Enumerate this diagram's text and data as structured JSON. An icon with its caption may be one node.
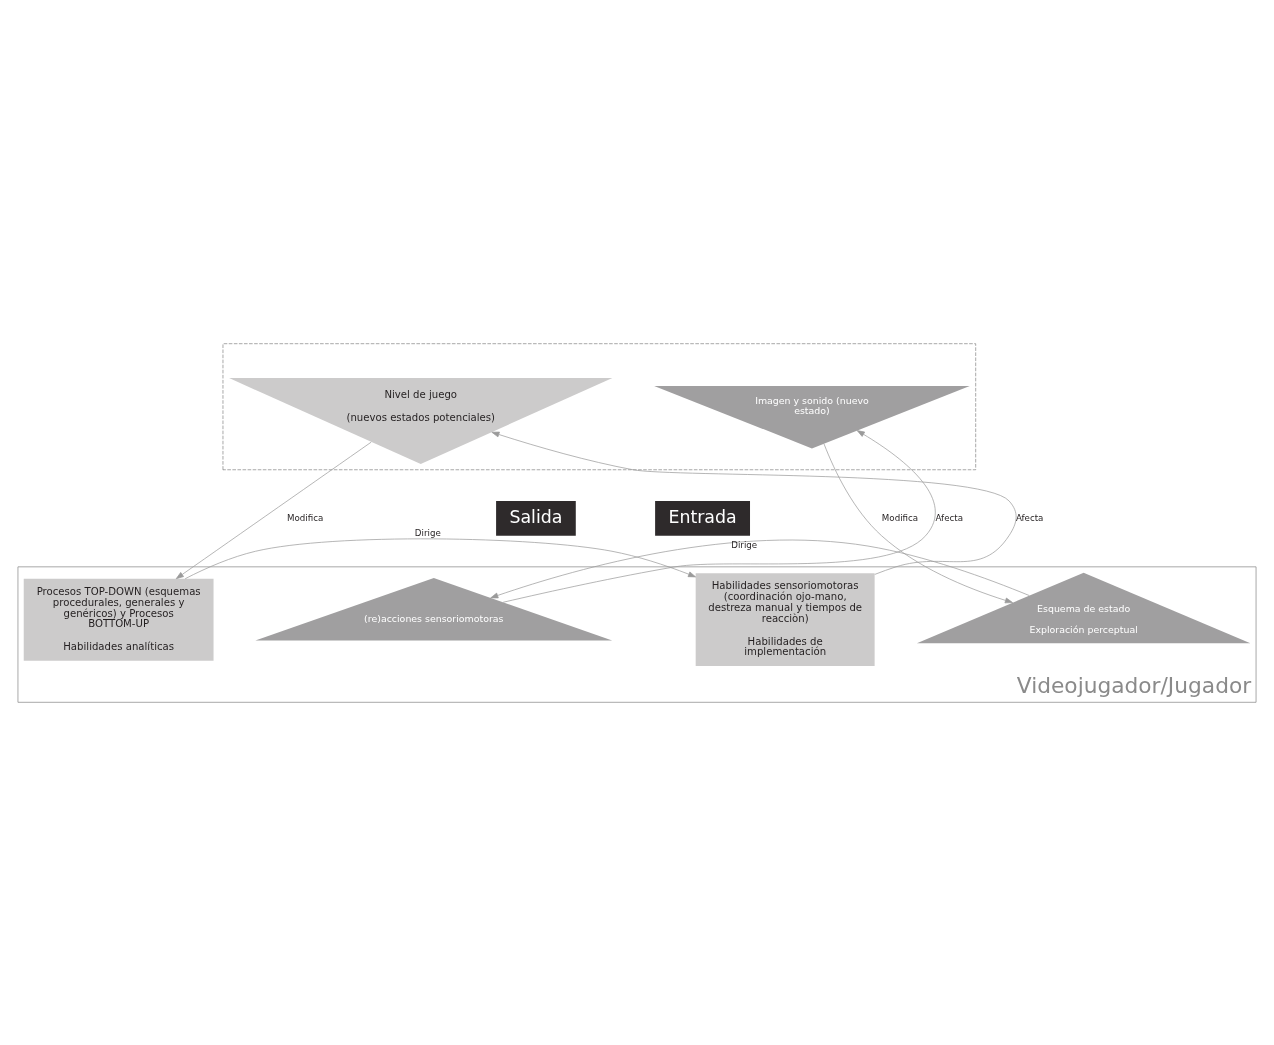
{
  "diagram": {
    "nodes": [
      {
        "text": [],
        "shape": "box"
      },
      {
        "text": [
          "Nivel de juego",
          "(nuevos estados potenciales)"
        ],
        "in": 0
      },
      {
        "text": [
          "Imagen y sonido (nuevo estado)"
        ],
        "in": 0
      },
      {
        "text": [
          "Salida"
        ]
      },
      {
        "text": [
          "Entrada"
        ]
      },
      {
        "text": [
          "Videojugador/Jugador"
        ]
      },
      {
        "text": [
          "Procesos TOP-DOWN (esquemas procedurales, generales y genéricos) y Procesos BOTTOM-UP",
          "Habilidades analíticas"
        ],
        "in": 5
      },
      {
        "text": [
          "Esquema de estado",
          "Exploración perceptual"
        ],
        "in": 5
      },
      {
        "text": [
          "(re)acciones sensoriomotoras"
        ],
        "in": 5
      },
      {
        "text": [
          "Habilidades sensoriomotoras (coordinación ojo-mano, destreza manual y tiempos de reacciòn)",
          "Habilidades de implementación"
        ],
        "in": 5
      }
    ],
    "edges": [
      {
        "from": 1,
        "to": 6,
        "arrow": "to",
        "label": "Modifica"
      },
      {
        "from": 9,
        "to": 1,
        "arrow": "to",
        "label": "Afecta"
      },
      {
        "from": 2,
        "to": 7,
        "arrow": "to",
        "label": "Modifica"
      },
      {
        "from": 8,
        "to": 2,
        "arrow": "to",
        "label": "Afecta"
      },
      {
        "from": 7,
        "to": 8,
        "arrow": "to",
        "label": "Dirige"
      },
      {
        "from": 6,
        "to": 9,
        "arrow": "to",
        "label": "Dirige"
      }
    ]
  }
}
